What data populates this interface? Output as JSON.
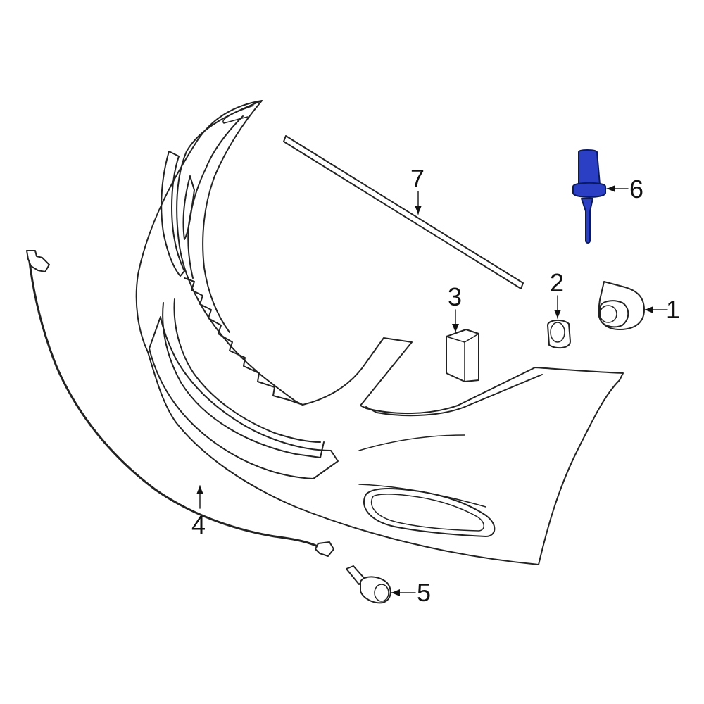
{
  "diagram": {
    "highlight_color": "#2a3fc4",
    "line_color": "#222222",
    "background_color": "#ffffff",
    "callouts": [
      {
        "id": "1",
        "label": "1",
        "part": "parking-sensor"
      },
      {
        "id": "2",
        "label": "2",
        "part": "sensor-ring"
      },
      {
        "id": "3",
        "label": "3",
        "part": "sensor-pad"
      },
      {
        "id": "4",
        "label": "4",
        "part": "sensor-wiring-harness"
      },
      {
        "id": "5",
        "label": "5",
        "part": "bumper-clip"
      },
      {
        "id": "6",
        "label": "6",
        "part": "temperature-sensor"
      },
      {
        "id": "7",
        "label": "7",
        "part": "trim-molding-strip"
      }
    ]
  }
}
